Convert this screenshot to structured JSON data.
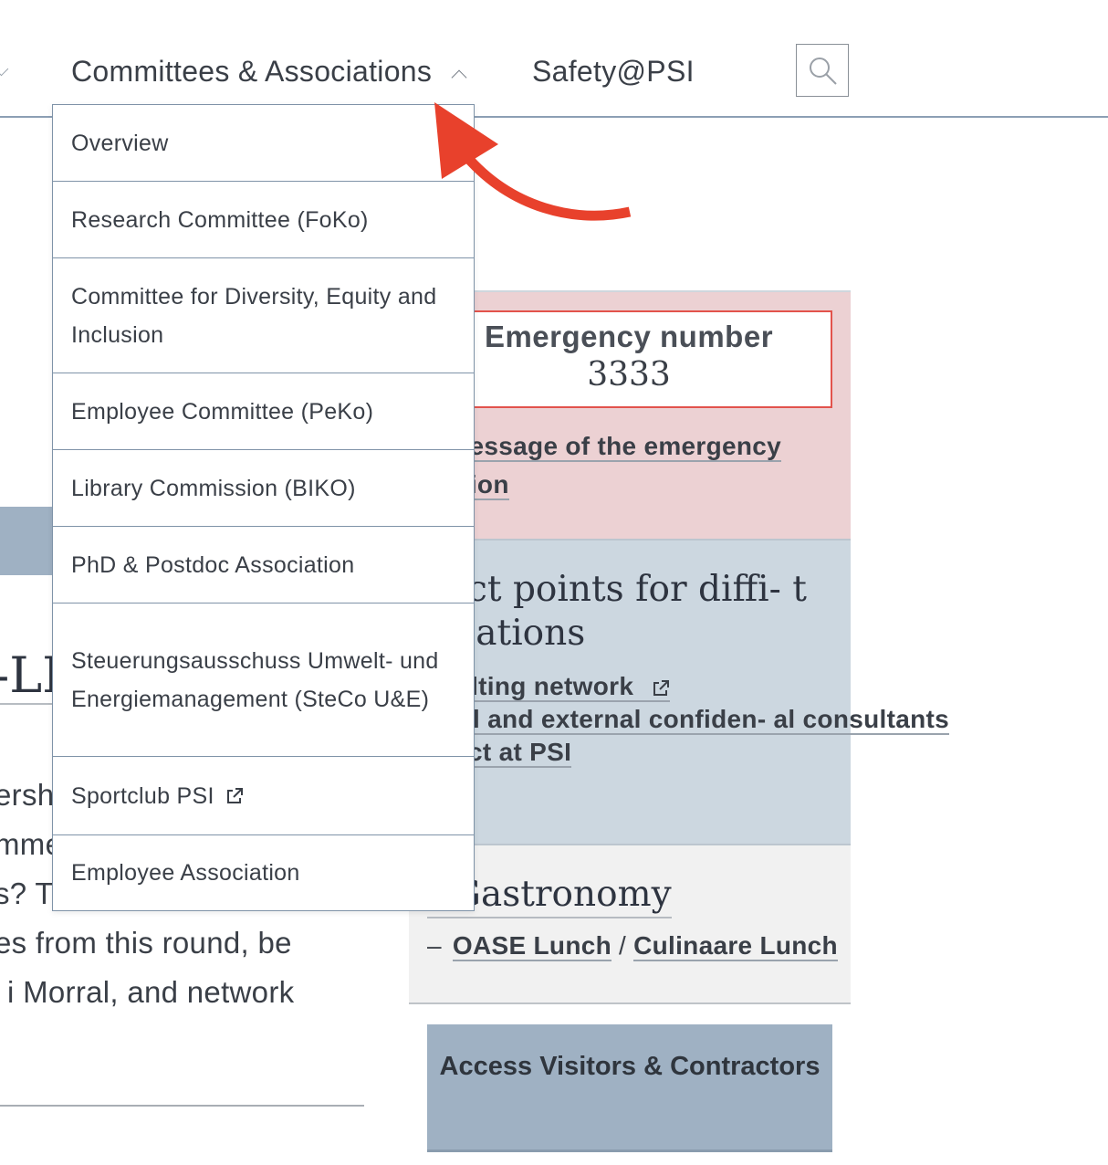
{
  "nav": {
    "committees_label": "Committees & Associations",
    "safety_label": "Safety@PSI",
    "search_icon": "search-icon"
  },
  "dropdown": {
    "items": [
      {
        "label": "Overview"
      },
      {
        "label": "Research Committee (FoKo)"
      },
      {
        "label": "Committee for Diversity, Equity and Inclusion"
      },
      {
        "label": "Employee Committee (PeKo)"
      },
      {
        "label": "Library Commission (BIKO)"
      },
      {
        "label": "PhD & Postdoc Association"
      },
      {
        "label": "Steuerungsausschuss Umwelt- und Energiemanagement (SteCo U&E)"
      },
      {
        "label": "Sportclub PSI",
        "icon": "external-link-icon"
      },
      {
        "label": "Employee Association"
      }
    ]
  },
  "left": {
    "heading_fragment": "-LI",
    "text_lines": [
      "ersh",
      "mme",
      "s? Th",
      "es from this round, be",
      "i Morral, and network"
    ]
  },
  "emergency": {
    "title": "Emergency number",
    "number": "3333",
    "status_link": "us message of the emergency nisation"
  },
  "contact": {
    "title": "ntact points for diffi- t situations",
    "links": [
      {
        "label": "onsulting network",
        "icon": "external-link-icon"
      },
      {
        "label": "ternal and external confiden- al consultants"
      },
      {
        "label": "espect at PSI"
      }
    ]
  },
  "gastronomy": {
    "title": "I Gastronomy",
    "dash": "–",
    "link1": "OASE Lunch",
    "separator": "/",
    "link2": "Culinaare Lunch"
  },
  "access_button": {
    "label": "Access Visitors & Contractors"
  },
  "colors": {
    "accent_red": "#e2534c",
    "emergency_bg": "#ecd1d3",
    "contact_bg": "#ccd7e0",
    "button_bg": "#9fb1c3",
    "nav_rule": "#8c9fb4"
  }
}
